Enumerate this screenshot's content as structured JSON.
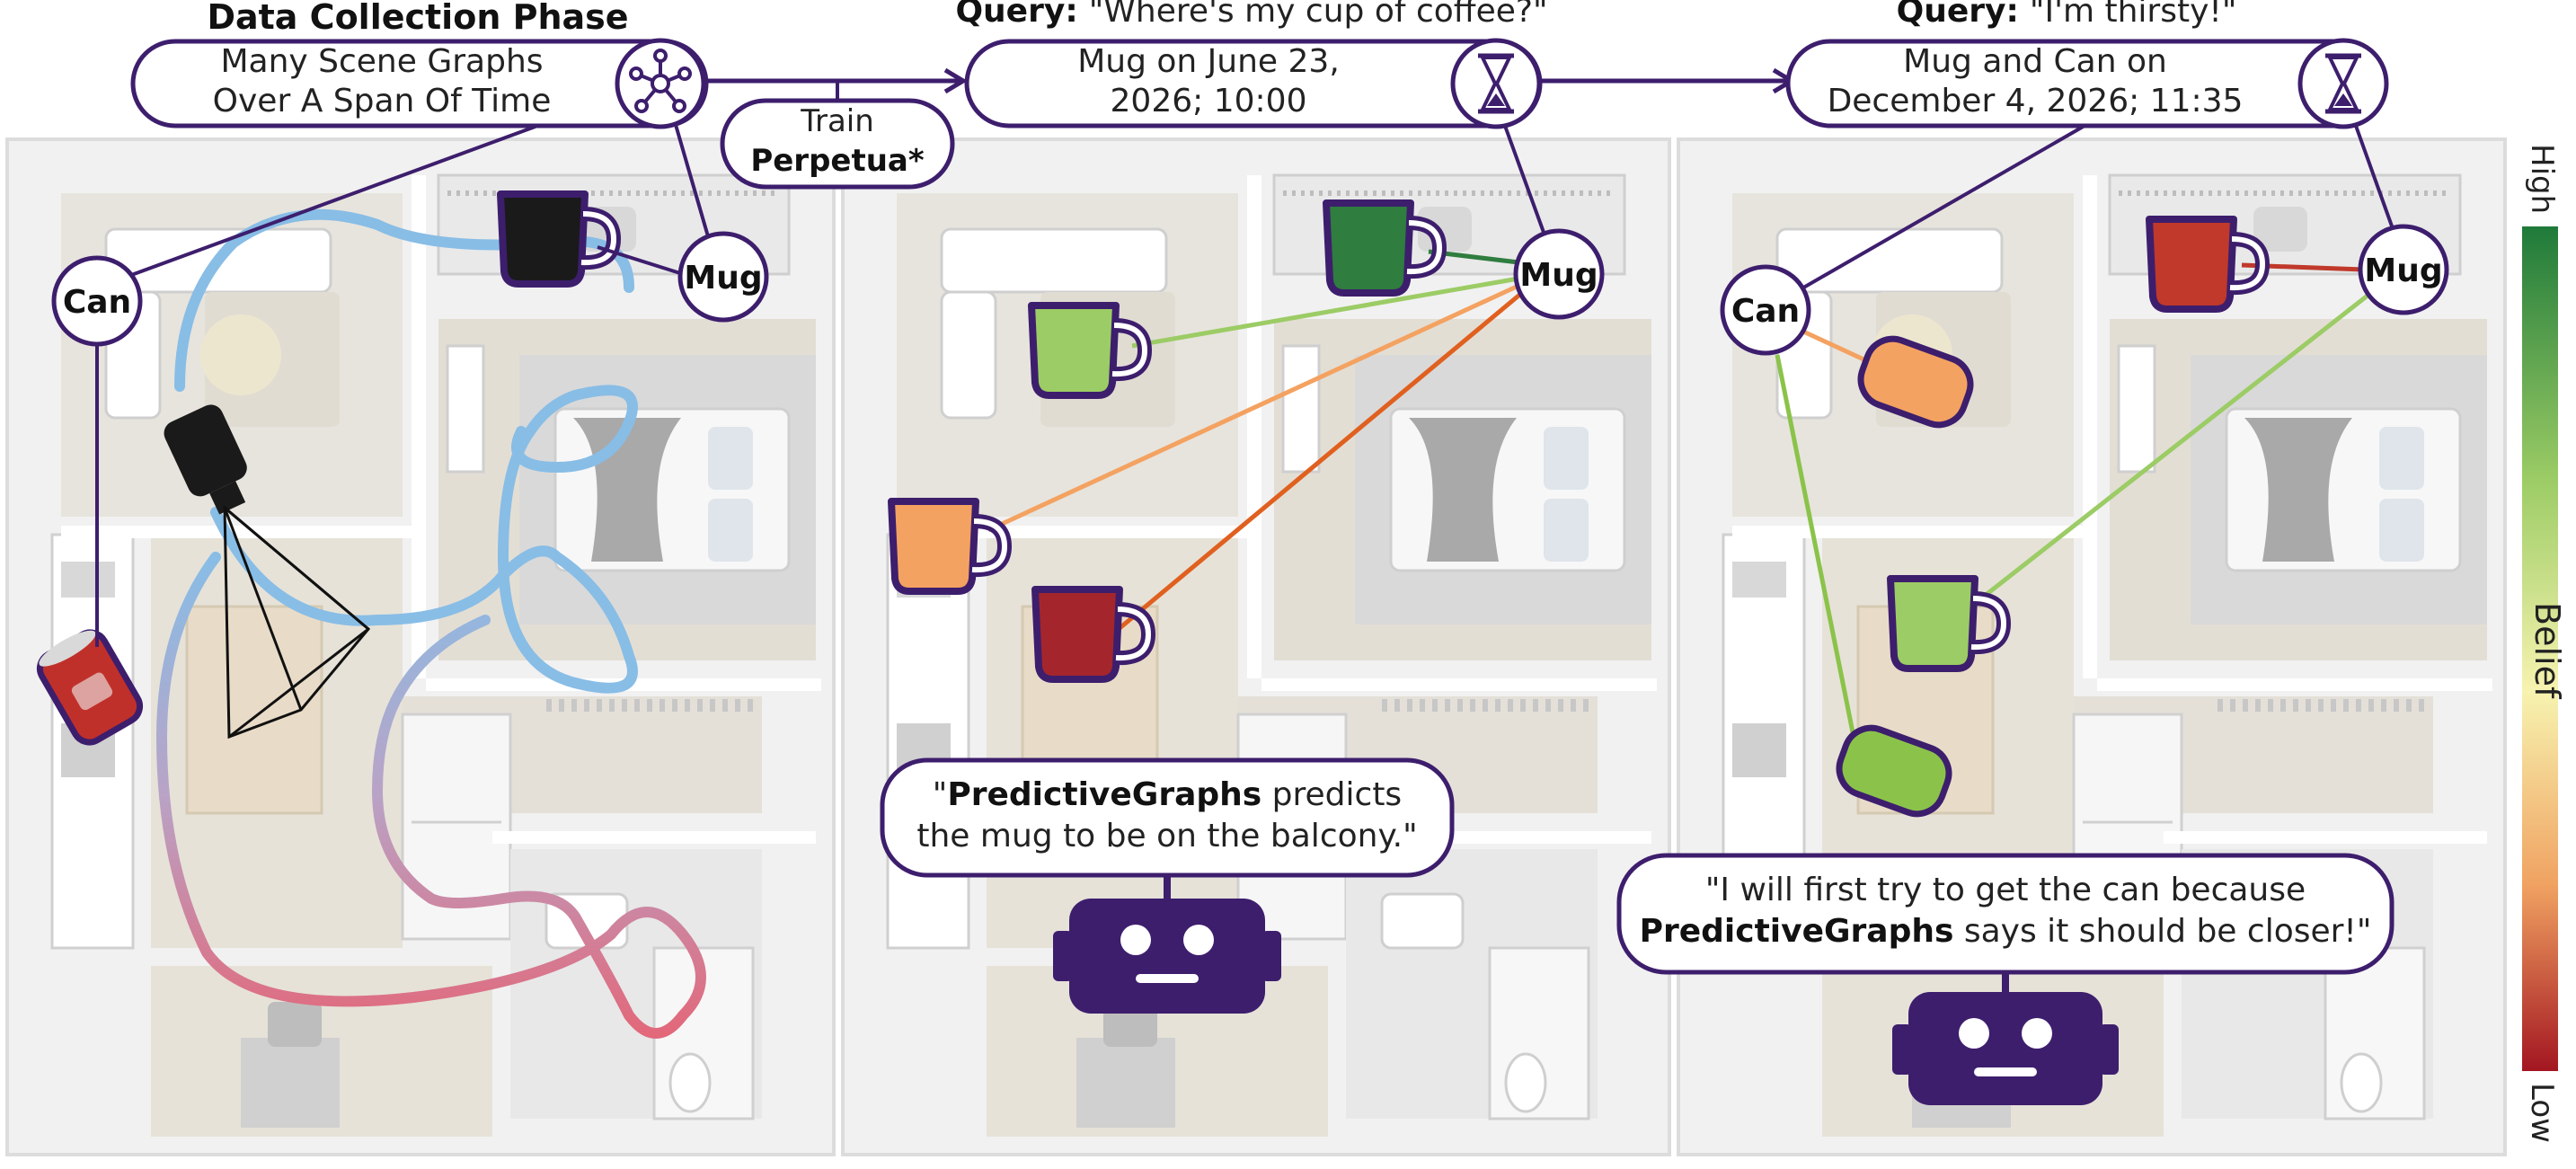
{
  "colors": {
    "accent": "#3d1e6d",
    "path_blue": "#88bde6",
    "path_red": "#e2687a",
    "belief_high": "#1f7a3a",
    "belief_mid": "#f7f3b0",
    "belief_low": "#a31621",
    "mug_green_dark": "#2f7d3f",
    "mug_green_light": "#9ccc65",
    "mug_orange": "#f4a261",
    "mug_red": "#a4262c",
    "mug_black": "#1a1a1a"
  },
  "panel1": {
    "title": "Data Collection Phase",
    "box_line1": "Many Scene Graphs",
    "box_line2": "Over A Span Of Time",
    "box_icon": "graph-network-icon",
    "train_line1": "Train",
    "train_line2": "Perpetua*",
    "node_can": "Can",
    "node_mug": "Mug"
  },
  "panel2": {
    "query_label": "Query:",
    "query_text": "\"Where's my cup of coffee?\"",
    "box_line1": "Mug on June 23,",
    "box_line2": "2026; 10:00",
    "box_icon": "hourglass-icon",
    "node_mug": "Mug",
    "speech_line1_pre": "\"",
    "speech_line1_bold": "PredictiveGraphs",
    "speech_line1_post": " predicts",
    "speech_line2": "the mug to be on the balcony.\""
  },
  "panel3": {
    "query_label": "Query:",
    "query_text": "\"I'm thirsty!\"",
    "box_line1": "Mug and Can on",
    "box_line2": "December 4, 2026; 11:35",
    "box_icon": "hourglass-icon",
    "node_can": "Can",
    "node_mug": "Mug",
    "speech_line1": "\"I will first try to get the can because",
    "speech_line2_bold": "PredictiveGraphs",
    "speech_line2_post": " says it should be closer!\""
  },
  "colorbar": {
    "label": "Belief",
    "high": "High",
    "low": "Low"
  }
}
